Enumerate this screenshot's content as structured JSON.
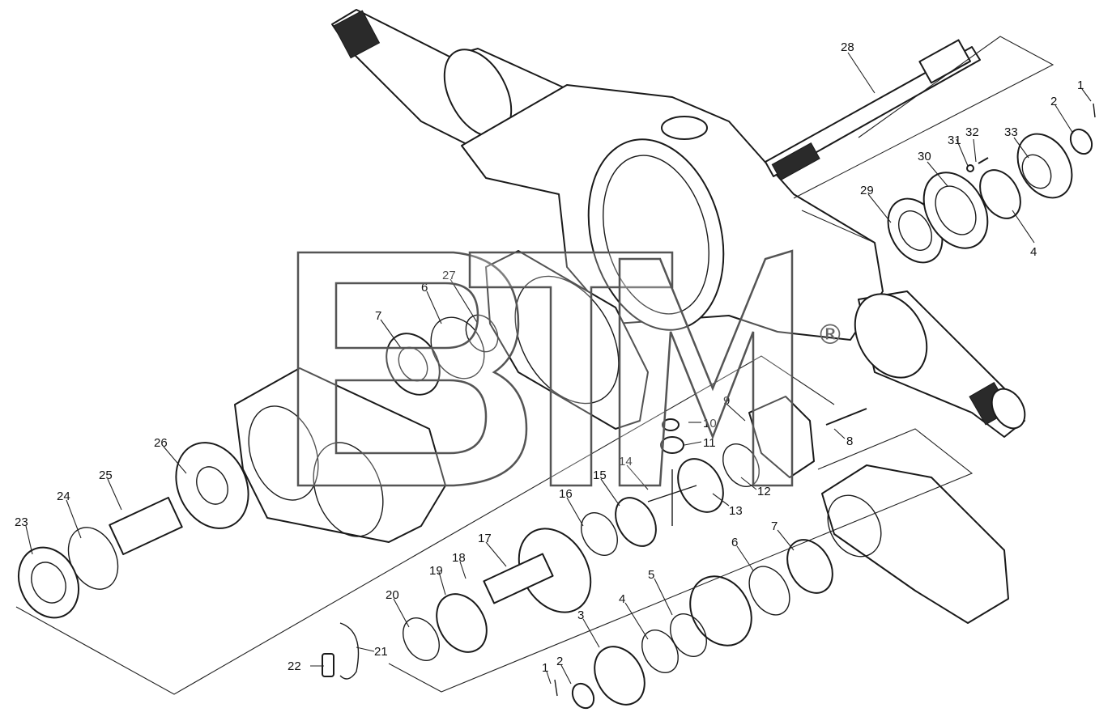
{
  "diagram": {
    "callouts": [
      "1",
      "2",
      "3",
      "4",
      "5",
      "6",
      "7",
      "8",
      "9",
      "10",
      "11",
      "12",
      "13",
      "14",
      "15",
      "16",
      "17",
      "18",
      "19",
      "20",
      "21",
      "22",
      "23",
      "24",
      "25",
      "26",
      "27",
      "28",
      "29",
      "30",
      "31",
      "32",
      "33"
    ]
  },
  "watermark": {
    "text": "BTM",
    "registered": "®"
  },
  "colors": {
    "line": "#1a1a1a",
    "background": "#ffffff",
    "watermark": "#555555"
  }
}
